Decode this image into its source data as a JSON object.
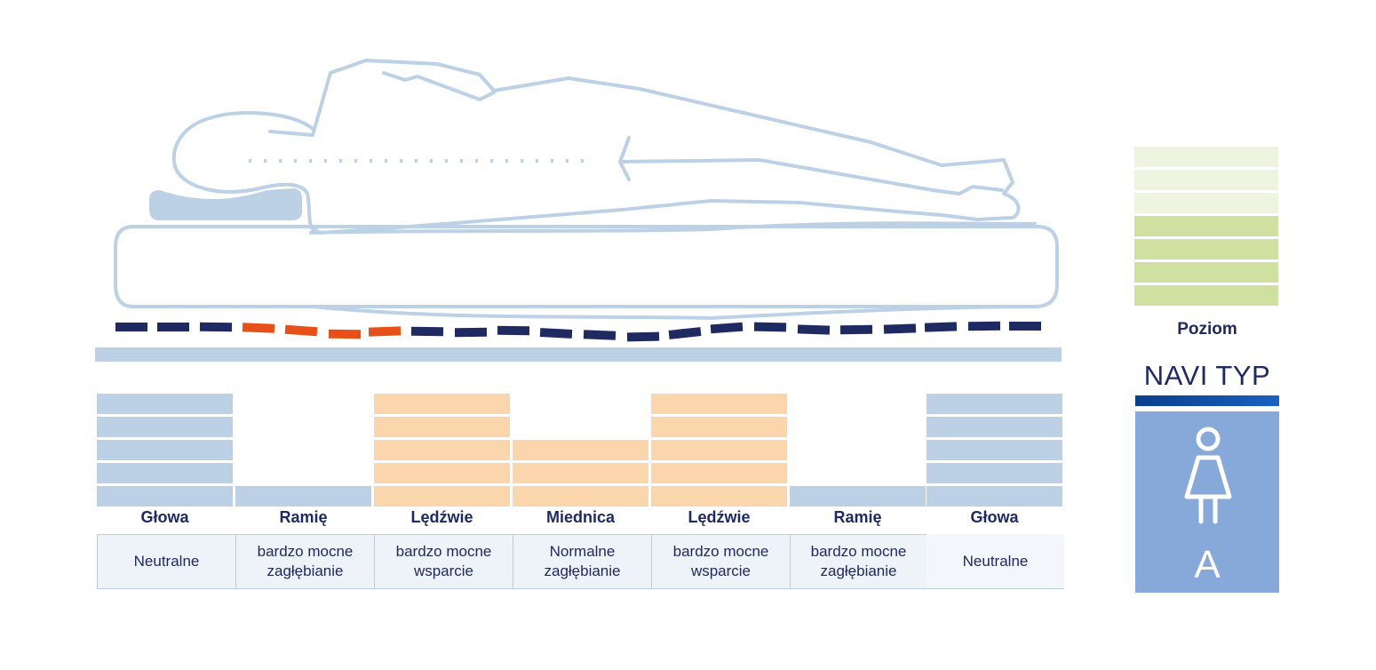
{
  "colors": {
    "outline": "#bcd0e6",
    "soft_zone": "#bcd0e6",
    "firm_zone": "#fbd6ad",
    "spring_dark": "#1f2a63",
    "spring_active": "#e8501a",
    "level_light": "#eef4e0",
    "level_dark": "#d0e0a0",
    "navi_card": "#86a9d9"
  },
  "zones": [
    {
      "label": "Głowa",
      "description": "Neutralne",
      "level": 5,
      "fill": "soft"
    },
    {
      "label": "Ramię",
      "description": "bardzo mocne\n zagłębianie",
      "level": 1,
      "fill": "soft"
    },
    {
      "label": "Lędźwie",
      "description": "bardzo mocne\nwsparcie",
      "level": 5,
      "fill": "firm"
    },
    {
      "label": "Miednica",
      "description": "Normalne\nzagłębianie",
      "level": 3,
      "fill": "firm"
    },
    {
      "label": "Lędźwie",
      "description": "bardzo mocne\nwsparcie",
      "level": 5,
      "fill": "firm"
    },
    {
      "label": "Ramię",
      "description": "bardzo mocne\n zagłębianie",
      "level": 1,
      "fill": "soft"
    },
    {
      "label": "Głowa",
      "description": "Neutralne",
      "level": 5,
      "fill": "soft"
    }
  ],
  "level_scale": {
    "label": "Poziom",
    "max_level": 7,
    "level": 4
  },
  "navi": {
    "title": "NAVI TYP",
    "type_letter": "A",
    "icon": "woman-icon"
  }
}
